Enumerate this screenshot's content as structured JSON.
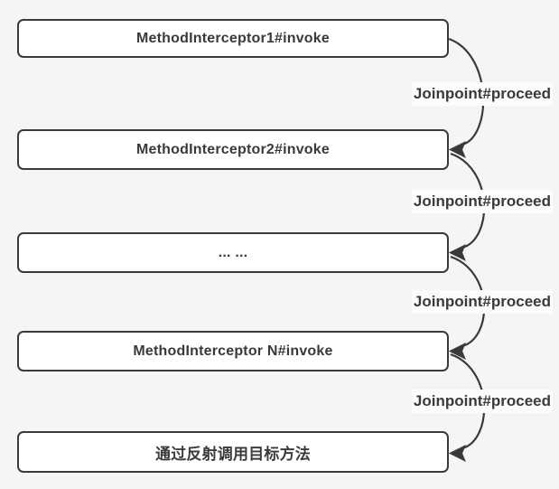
{
  "diagram": {
    "title_semantic": "AOP method interceptor invocation chain",
    "boxes": [
      {
        "label": "MethodInterceptor1#invoke"
      },
      {
        "label": "MethodInterceptor2#invoke"
      },
      {
        "label": "... ..."
      },
      {
        "label": "MethodInterceptor N#invoke"
      },
      {
        "label": "通过反射调用目标方法"
      }
    ],
    "connectors": [
      {
        "label": "Joinpoint#proceed"
      },
      {
        "label": "Joinpoint#proceed"
      },
      {
        "label": "Joinpoint#proceed"
      },
      {
        "label": "Joinpoint#proceed"
      }
    ]
  },
  "colors": {
    "background": "#f5f5f6",
    "box_fill": "#ffffff",
    "box_border": "#3a3a3a",
    "text": "#3a3a3a",
    "connector": "#3a3a3a",
    "label_background": "#fcfcfc"
  }
}
